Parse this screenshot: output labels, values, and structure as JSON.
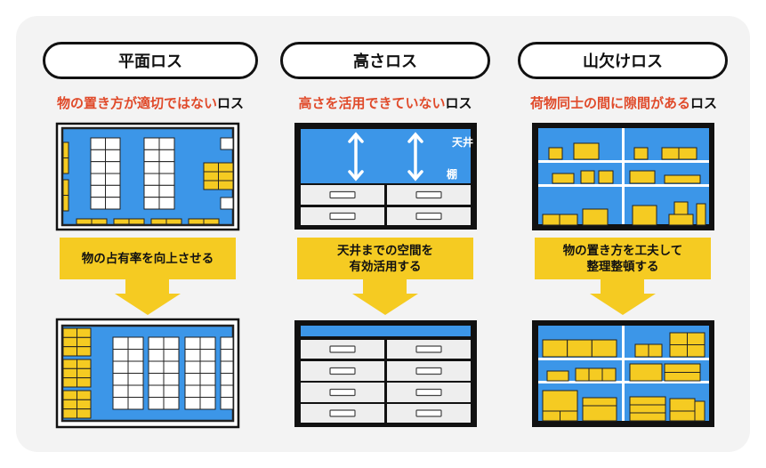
{
  "columns": [
    {
      "title": "平面ロス",
      "subtitle_main": "物の置き方が適切ではない",
      "subtitle_suffix": "ロス",
      "banner_line1": "物の占有率を向上させる",
      "banner_line2": ""
    },
    {
      "title": "高さロス",
      "subtitle_main": "高さを活用できていない",
      "subtitle_suffix": "ロス",
      "banner_line1": "天井までの空間を",
      "banner_line2": "有効活用する",
      "label_ceiling": "天井",
      "label_shelf": "棚"
    },
    {
      "title": "山欠けロス",
      "subtitle_main": "荷物同士の間に隙間がある",
      "subtitle_suffix": "ロス",
      "banner_line1": "物の置き方を工夫して",
      "banner_line2": "整理整頓する"
    }
  ],
  "colors": {
    "accent_red": "#e04a2a",
    "floor_blue": "#3c96e8",
    "box_yellow": "#f5cb22",
    "panel_gray": "#f3f3f3"
  }
}
